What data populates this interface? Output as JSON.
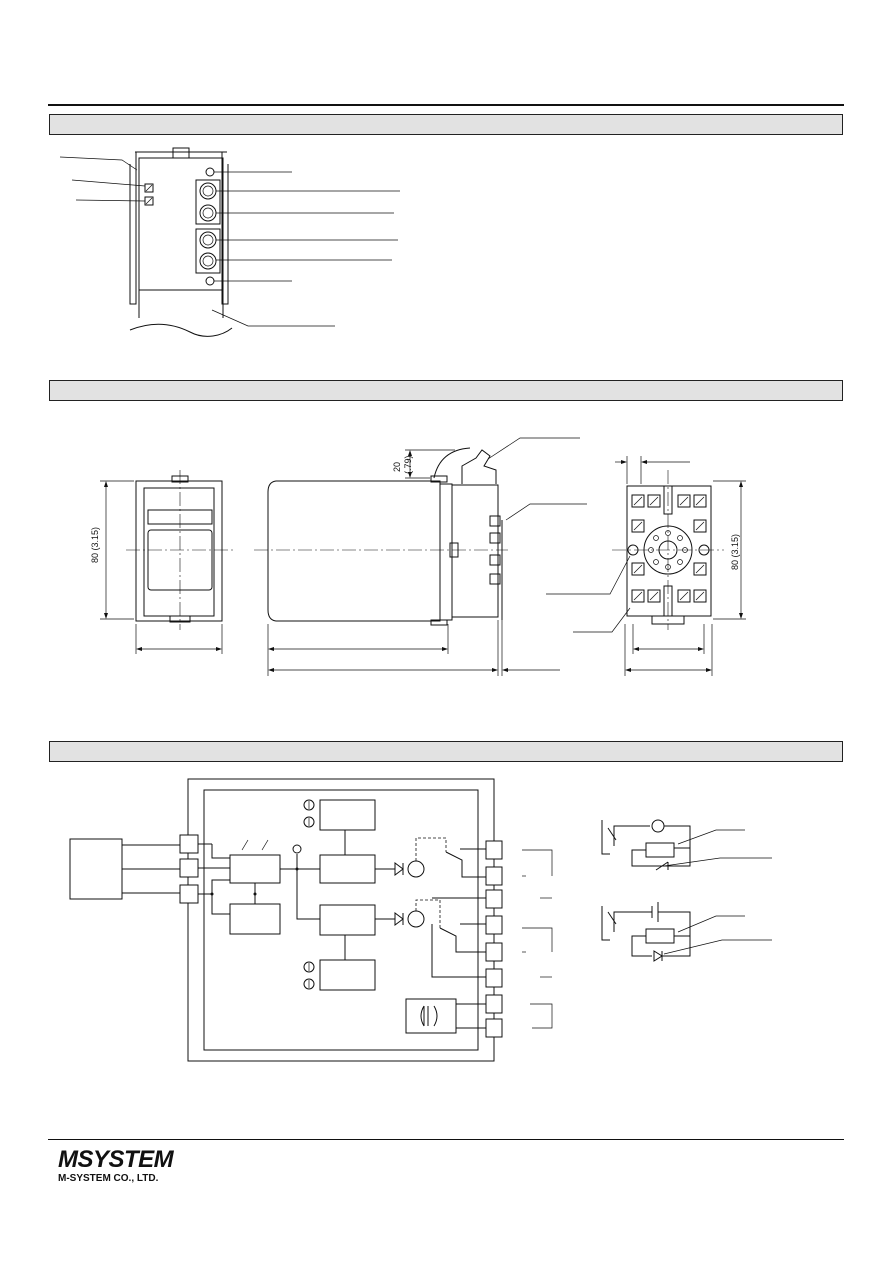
{
  "sections": {
    "front_view": {
      "title": ""
    },
    "dimensions": {
      "title": ""
    },
    "schematic": {
      "title": ""
    }
  },
  "dimensions": {
    "height_left": "80 (3.15)",
    "height_right": "80 (3.15)",
    "clearance_depth": "20",
    "clearance_depth_inch": "(.79)"
  },
  "footer": {
    "logo_text": "MSYSTEM",
    "company_name": "M-SYSTEM CO., LTD."
  }
}
